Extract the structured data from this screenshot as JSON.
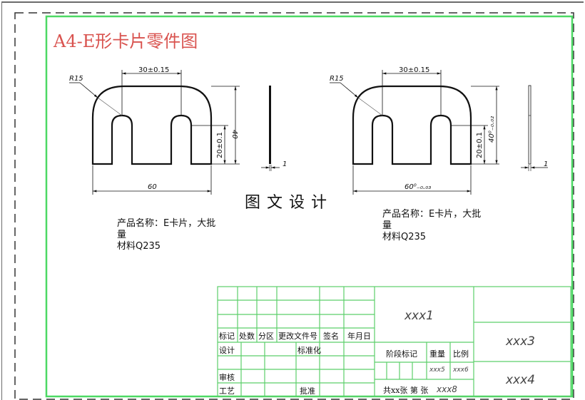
{
  "drawing": {
    "title": "A4-E形卡片零件图",
    "watermark": "图文设计",
    "colors": {
      "title": "#d9534f",
      "frame_green": "#4cd964",
      "grid_green": "#5ccf6a",
      "line": "#111111"
    }
  },
  "views": [
    {
      "name": "front-view-left",
      "dimensions": {
        "top_width": "30±0.15",
        "radius": "R15",
        "height": "40",
        "slot_depth": "20±0.1",
        "width": "60",
        "thickness": "1"
      }
    },
    {
      "name": "front-view-right",
      "dimensions": {
        "top_width": "30±0.15",
        "radius": "R15",
        "height": "40⁰₋₀.₀₂",
        "slot_depth": "20±0.1",
        "width": "60⁰₋₀.₀₃",
        "thickness": "1"
      }
    }
  ],
  "notes": [
    {
      "line1": "产品名称：E卡片，大批",
      "line2": "量",
      "line3": "材料Q235"
    },
    {
      "line1": "产品名称：E卡片，大批",
      "line2": "量",
      "line3": "材料Q235"
    }
  ],
  "title_block": {
    "rev_headers": [
      "标记",
      "处数",
      "分区",
      "更改文件号",
      "签名",
      "年月日"
    ],
    "design": "设计",
    "standardization": "标准化",
    "review": "审核",
    "process": "工艺",
    "approve": "批准",
    "stage_mark": "阶段标记",
    "weight": "重量",
    "scale": "比例",
    "drawing_name": "xxx1",
    "company": "xxx3",
    "drawing_no": "xxx4",
    "weight_value": "xxx5",
    "scale_value": "xxx6",
    "sheets": "共xx张 第 张",
    "sheet_value": "xxx8"
  }
}
